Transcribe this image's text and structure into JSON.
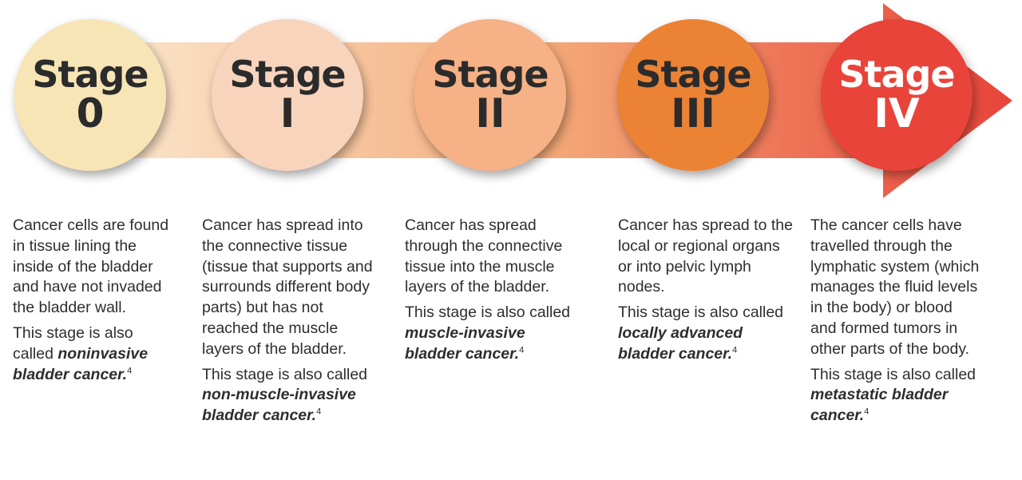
{
  "stages": [
    {
      "title": "Stage",
      "numeral": "0",
      "circle_color": "#F8E5B6",
      "text_color": "#2b2b2b",
      "description": "Cancer cells are found in tissue lining the inside of the bladder and have not invaded the bladder wall.",
      "also_prefix": "This stage is also called ",
      "also_term": "noninvasive bladder cancer.",
      "ref": "4"
    },
    {
      "title": "Stage",
      "numeral": "I",
      "circle_color": "#F8D4BC",
      "text_color": "#2b2b2b",
      "description": "Cancer has spread into the connective tissue (tissue that supports and surrounds different body parts) but has not reached the muscle layers of the bladder.",
      "also_prefix": "This stage is also called ",
      "also_term": "non-muscle-invasive bladder cancer.",
      "ref": "4"
    },
    {
      "title": "Stage",
      "numeral": "II",
      "circle_color": "#F6B186",
      "text_color": "#2b2b2b",
      "description": "Cancer has spread through the connective tissue into the muscle layers of the bladder.",
      "also_prefix": "This stage is also called ",
      "also_term": "muscle-invasive bladder cancer.",
      "ref": "4"
    },
    {
      "title": "Stage",
      "numeral": "III",
      "circle_color": "#EC8234",
      "text_color": "#2b2b2b",
      "description": "Cancer has spread to the local or regional organs or into pelvic lymph nodes.",
      "also_prefix": "This stage is also called ",
      "also_term": "locally advanced bladder cancer.",
      "ref": "4"
    },
    {
      "title": "Stage",
      "numeral": "IV",
      "circle_color": "#E8443A",
      "text_color": "#ffffff",
      "description": "The cancer cells have travelled through the lymphatic system (which manages the fluid levels in the body) or blood and formed tumors in other parts of the body.",
      "also_prefix": "This stage is also called ",
      "also_term": "metastatic bladder cancer.",
      "ref": "4"
    }
  ],
  "arrow_colors": {
    "start": "#FBEAD3",
    "middle": "#F4AA78",
    "end": "#E8443A"
  }
}
